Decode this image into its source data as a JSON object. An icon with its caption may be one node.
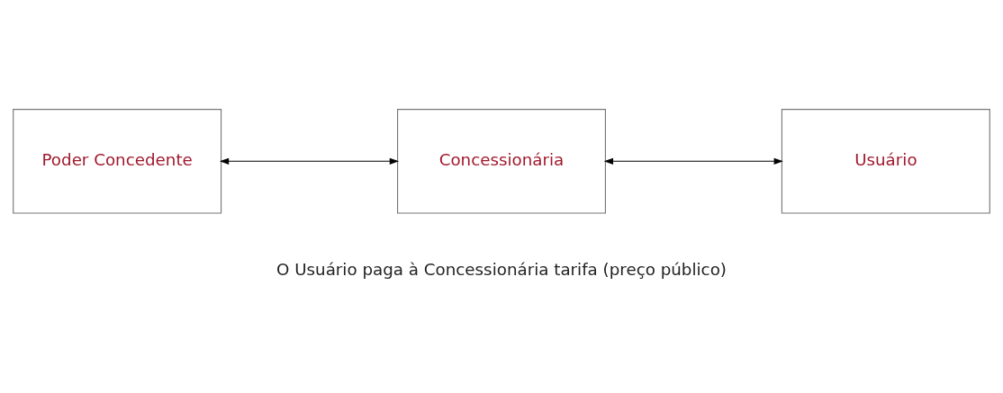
{
  "diagram": {
    "nodes": [
      {
        "text": [
          "Poder Concedente"
        ]
      },
      {
        "text": [
          "Concessionária"
        ]
      },
      {
        "text": [
          "Usuário"
        ]
      }
    ],
    "edges": [
      {
        "from": 0,
        "to": 1,
        "arrow": "both"
      },
      {
        "from": 1,
        "to": 2,
        "arrow": "both"
      }
    ],
    "labels": [
      "O Usuário paga à Concessionária tarifa (preço público)"
    ]
  }
}
